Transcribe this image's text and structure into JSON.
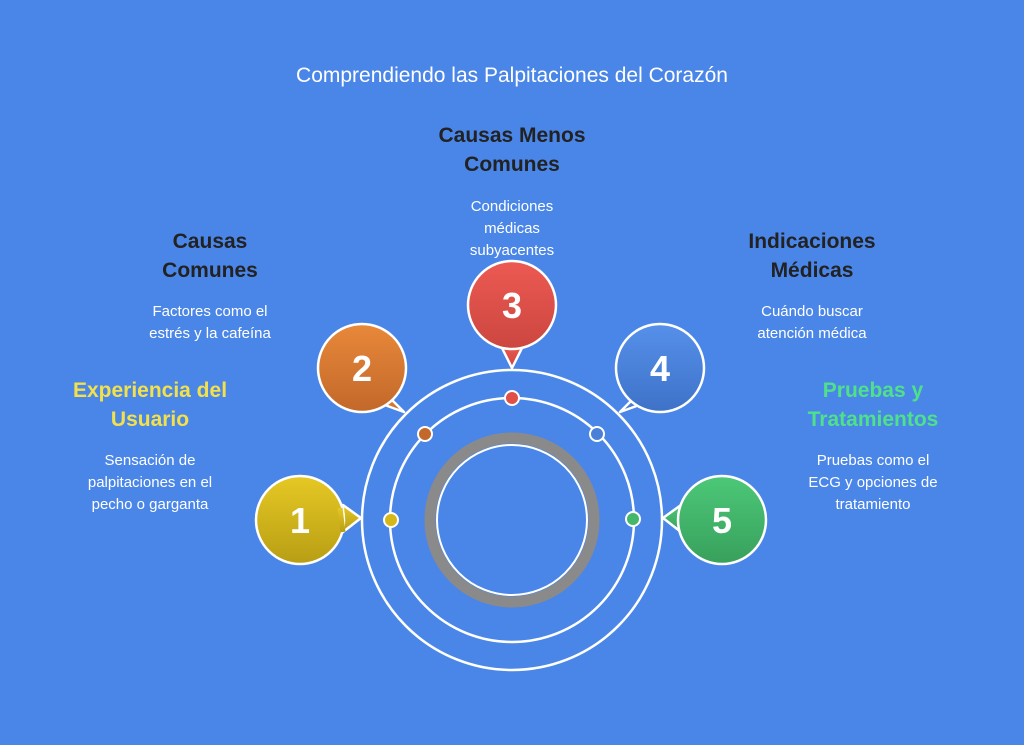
{
  "title": "Comprendiendo las Palpitaciones del Corazón",
  "steps": [
    {
      "number": "1",
      "heading": "Experiencia del\nUsuario",
      "description": "Sensación de\npalpitaciones en el\npecho o garganta",
      "color": "#d4b81a",
      "heading_color": "#f2e14a"
    },
    {
      "number": "2",
      "heading": "Causas\nComunes",
      "description": "Factores como el\nestrés y la cafeína",
      "color": "#d9782d",
      "heading_color": "#222222"
    },
    {
      "number": "3",
      "heading": "Causas Menos\nComunes",
      "description": "Condiciones\nmédicas\nsubyacentes",
      "color": "#e05048",
      "heading_color": "#222222"
    },
    {
      "number": "4",
      "heading": "Indicaciones\nMédicas",
      "description": "Cuándo buscar\natención médica",
      "color": "#4a80d8",
      "heading_color": "#222222"
    },
    {
      "number": "5",
      "heading": "Pruebas y\nTratamientos",
      "description": "Pruebas como el\nECG y opciones de\ntratamiento",
      "color": "#43b86a",
      "heading_color": "#4ee08a"
    }
  ],
  "colors": {
    "background": "#4a86e8",
    "ring": "#ffffff",
    "center_ring": "#8a8a8a"
  }
}
